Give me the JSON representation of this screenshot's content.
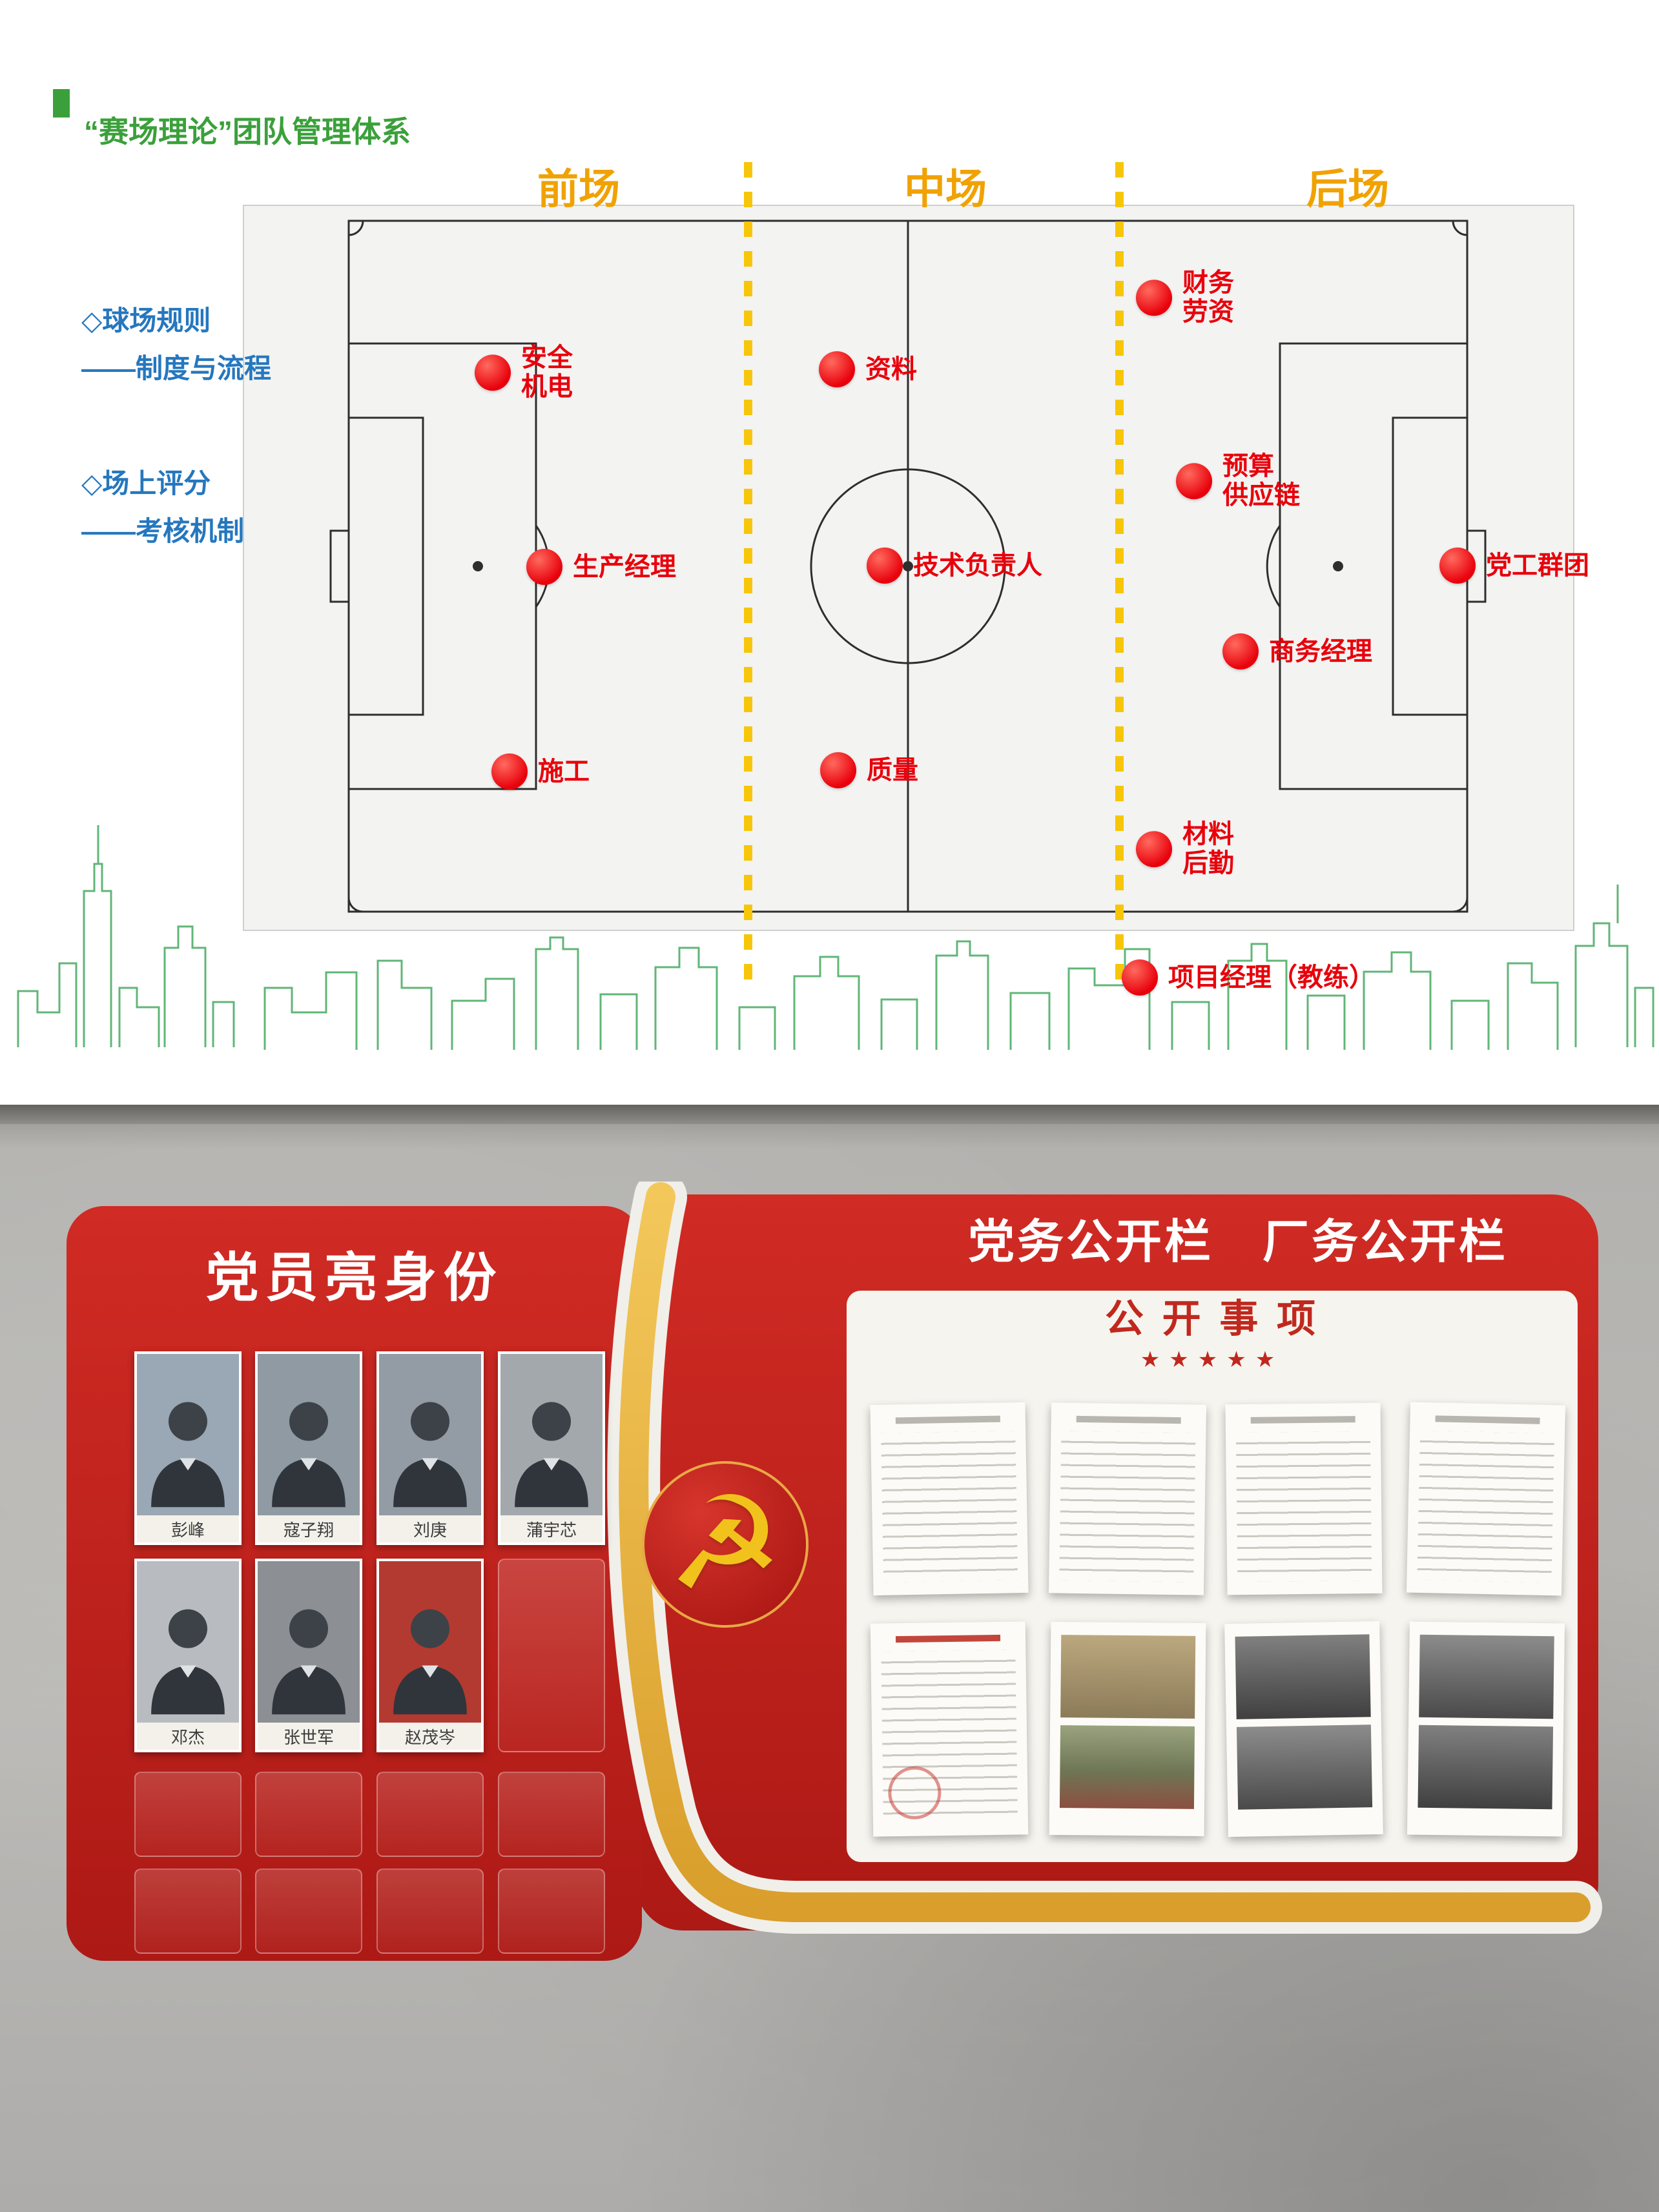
{
  "slide": {
    "title": "“赛场理论”团队管理体系",
    "zones": [
      {
        "label": "前场"
      },
      {
        "label": "中场"
      },
      {
        "label": "后场"
      }
    ],
    "legend": [
      {
        "heading": "◇球场规则",
        "detail": "——制度与流程"
      },
      {
        "heading": "◇场上评分",
        "detail": "——考核机制"
      }
    ],
    "positions": [
      {
        "label": "安全\n机电"
      },
      {
        "label": "生产经理"
      },
      {
        "label": "施工"
      },
      {
        "label": "资料"
      },
      {
        "label": "技术负责人"
      },
      {
        "label": "质量"
      },
      {
        "label": "财务\n劳资"
      },
      {
        "label": "预算\n供应链"
      },
      {
        "label": "党工群团"
      },
      {
        "label": "商务经理"
      },
      {
        "label": "材料\n后勤"
      },
      {
        "label": "项目经理（教练）"
      }
    ],
    "colors": {
      "title_green": "#3ba03b",
      "zone_orange": "#f0a202",
      "divider_yellow": "#f7c60a",
      "position_red": "#e8000b",
      "legend_blue": "#2577be",
      "skyline_green": "#4fae68"
    }
  },
  "board": {
    "header": "党务公开栏　厂务公开栏",
    "left_panel": {
      "title": "党员亮身份",
      "members": [
        {
          "name": "彭峰",
          "photo_bg": "#9aa7b4"
        },
        {
          "name": "寇子翔",
          "photo_bg": "#8f9aa3"
        },
        {
          "name": "刘庚",
          "photo_bg": "#939ca4"
        },
        {
          "name": "蒲宇芯",
          "photo_bg": "#a3a8ad"
        },
        {
          "name": "邓杰",
          "photo_bg": "#b8bcc0"
        },
        {
          "name": "张世军",
          "photo_bg": "#8c8f93"
        },
        {
          "name": "赵茂岑",
          "photo_bg": "#b33a31"
        }
      ]
    },
    "right_panel": {
      "title": "公 开 事 项",
      "stars": "★★★★★",
      "documents": [
        {
          "kind": "text-document"
        },
        {
          "kind": "text-document"
        },
        {
          "kind": "text-document"
        },
        {
          "kind": "text-document"
        },
        {
          "kind": "text-document-with-stamp"
        },
        {
          "kind": "color-photos"
        },
        {
          "kind": "bw-photos"
        },
        {
          "kind": "bw-photos"
        }
      ]
    },
    "emblem_icon": "☭",
    "colors": {
      "panel_red": "#c32420",
      "stripe_gold": "#e9b83e",
      "wall_gray": "#b5b4b1",
      "accent_red": "#c0281e"
    }
  }
}
